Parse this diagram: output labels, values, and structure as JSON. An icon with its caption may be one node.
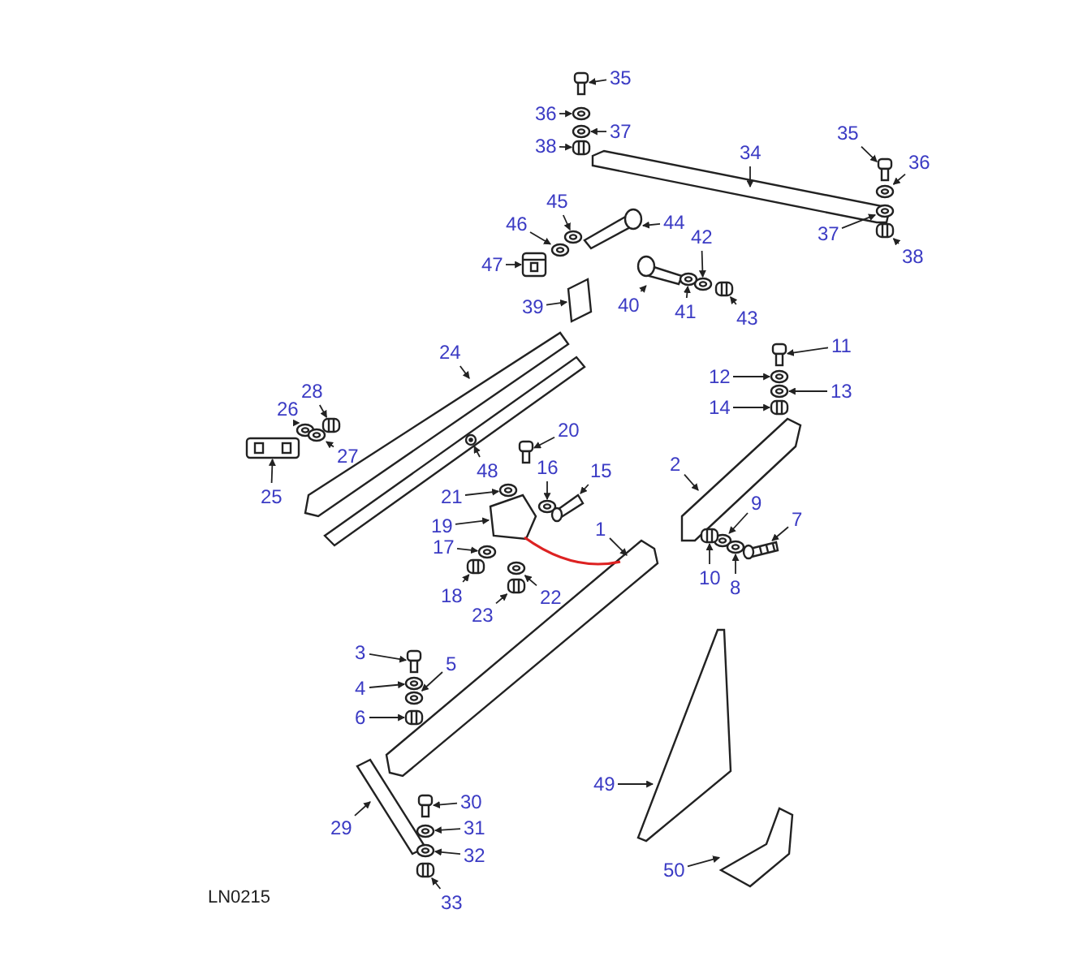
{
  "diagram": {
    "nodes": [
      {
        "text": [
          "35"
        ]
      },
      {
        "text": [
          "36"
        ]
      },
      {
        "text": [
          "37"
        ]
      },
      {
        "text": [
          "38"
        ]
      },
      {
        "text": [
          "34"
        ]
      },
      {
        "text": [
          "35"
        ]
      },
      {
        "text": [
          "36"
        ]
      },
      {
        "text": [
          "37"
        ]
      },
      {
        "text": [
          "38"
        ]
      },
      {
        "text": [
          "45"
        ]
      },
      {
        "text": [
          "46"
        ]
      },
      {
        "text": [
          "44"
        ]
      },
      {
        "text": [
          "42"
        ]
      },
      {
        "text": [
          "47"
        ]
      },
      {
        "text": [
          "40"
        ]
      },
      {
        "text": [
          "41"
        ]
      },
      {
        "text": [
          "43"
        ]
      },
      {
        "text": [
          "39"
        ]
      },
      {
        "text": [
          "24"
        ]
      },
      {
        "text": [
          "11"
        ]
      },
      {
        "text": [
          "28"
        ]
      },
      {
        "text": [
          "12"
        ]
      },
      {
        "text": [
          "26"
        ]
      },
      {
        "text": [
          "13"
        ]
      },
      {
        "text": [
          "14"
        ]
      },
      {
        "text": [
          "20"
        ]
      },
      {
        "text": [
          "48"
        ]
      },
      {
        "text": [
          "16"
        ]
      },
      {
        "text": [
          "15"
        ]
      },
      {
        "text": [
          "2"
        ]
      },
      {
        "text": [
          "21"
        ]
      },
      {
        "text": [
          "19"
        ]
      },
      {
        "text": [
          "1"
        ]
      },
      {
        "text": [
          "9"
        ]
      },
      {
        "text": [
          "7"
        ]
      },
      {
        "text": [
          "17"
        ]
      },
      {
        "text": [
          "10"
        ]
      },
      {
        "text": [
          "8"
        ]
      },
      {
        "text": [
          "18"
        ]
      },
      {
        "text": [
          "22"
        ]
      },
      {
        "text": [
          "23"
        ]
      },
      {
        "text": [
          "3"
        ]
      },
      {
        "text": [
          "4"
        ]
      },
      {
        "text": [
          "5"
        ]
      },
      {
        "text": [
          "6"
        ]
      },
      {
        "text": [
          "30"
        ]
      },
      {
        "text": [
          "29"
        ]
      },
      {
        "text": [
          "31"
        ]
      },
      {
        "text": [
          "32"
        ]
      },
      {
        "text": [
          "33"
        ]
      },
      {
        "text": [
          "49"
        ]
      },
      {
        "text": [
          "50"
        ]
      },
      {
        "text": [
          "27"
        ]
      },
      {
        "text": [
          "25"
        ]
      },
      {
        "text": [],
        "shape": "picture"
      },
      {
        "text": [],
        "shape": "picture"
      },
      {
        "text": [],
        "shape": "picture"
      },
      {
        "text": [],
        "shape": "picture"
      },
      {
        "text": [],
        "shape": "picture"
      },
      {
        "text": [],
        "shape": "picture"
      },
      {
        "text": [],
        "shape": "picture"
      },
      {
        "text": [],
        "shape": "picture"
      },
      {
        "text": [],
        "shape": "picture"
      },
      {
        "text": [],
        "shape": "picture"
      },
      {
        "text": [],
        "shape": "picture"
      },
      {
        "text": [],
        "shape": "picture"
      },
      {
        "text": [],
        "shape": "picture"
      },
      {
        "text": [],
        "shape": "picture"
      },
      {
        "text": [],
        "shape": "picture"
      },
      {
        "text": [],
        "shape": "picture"
      },
      {
        "text": [],
        "shape": "picture"
      },
      {
        "text": [],
        "shape": "picture"
      },
      {
        "text": [],
        "shape": "picture"
      },
      {
        "text": [],
        "shape": "picture"
      },
      {
        "text": [],
        "shape": "picture"
      },
      {
        "text": [],
        "shape": "picture"
      },
      {
        "text": [],
        "shape": "picture"
      },
      {
        "text": [],
        "shape": "picture"
      },
      {
        "text": [],
        "shape": "picture"
      },
      {
        "text": [],
        "shape": "picture"
      },
      {
        "text": [],
        "shape": "picture",
        "in": 72
      },
      {
        "text": [],
        "shape": "picture"
      },
      {
        "text": [],
        "shape": "picture"
      },
      {
        "text": [],
        "shape": "picture"
      },
      {
        "text": [],
        "shape": "picture"
      },
      {
        "text": [],
        "shape": "picture"
      },
      {
        "text": [],
        "shape": "picture"
      },
      {
        "text": [],
        "shape": "picture"
      },
      {
        "text": [],
        "shape": "picture"
      },
      {
        "text": [],
        "shape": "picture"
      },
      {
        "text": [],
        "shape": "picture"
      },
      {
        "text": [],
        "shape": "picture"
      },
      {
        "text": [],
        "shape": "picture"
      },
      {
        "text": [],
        "shape": "picture"
      },
      {
        "text": [],
        "shape": "picture"
      },
      {
        "text": [],
        "shape": "picture"
      },
      {
        "text": [],
        "shape": "picture"
      },
      {
        "text": [],
        "shape": "picture"
      },
      {
        "text": [],
        "shape": "picture"
      },
      {
        "text": [],
        "shape": "picture"
      },
      {
        "text": [],
        "shape": "picture"
      },
      {
        "text": [],
        "shape": "picture"
      },
      {
        "text": [],
        "shape": "picture"
      },
      {
        "text": [],
        "shape": "picture"
      },
      {
        "text": [],
        "shape": "picture"
      },
      {
        "text": [],
        "shape": "picture"
      },
      {
        "text": [],
        "shape": "picture"
      },
      {
        "text": [],
        "shape": "picture"
      }
    ],
    "edges": [
      {
        "from": 0,
        "to": 54,
        "arrow": "to"
      },
      {
        "from": 1,
        "to": 55,
        "arrow": "to"
      },
      {
        "from": 2,
        "to": 56,
        "arrow": "to"
      },
      {
        "from": 3,
        "to": 57,
        "arrow": "to"
      },
      {
        "from": 4,
        "to": 58,
        "arrow": "to"
      },
      {
        "from": 5,
        "to": 59,
        "arrow": "to"
      },
      {
        "from": 6,
        "to": 60,
        "arrow": "to"
      },
      {
        "from": 7,
        "to": 61,
        "arrow": "to"
      },
      {
        "from": 8,
        "to": 62,
        "arrow": "to"
      },
      {
        "from": 9,
        "to": 63,
        "arrow": "to"
      },
      {
        "from": 10,
        "to": 64,
        "arrow": "to"
      },
      {
        "from": 11,
        "to": 65,
        "arrow": "to"
      },
      {
        "from": 12,
        "to": 66,
        "arrow": "to"
      },
      {
        "from": 13,
        "to": 67,
        "arrow": "to"
      },
      {
        "from": 14,
        "to": 68,
        "arrow": "to"
      },
      {
        "from": 15,
        "to": 69,
        "arrow": "to"
      },
      {
        "from": 16,
        "to": 70,
        "arrow": "to"
      },
      {
        "from": 17,
        "to": 71,
        "arrow": "to"
      },
      {
        "from": 18,
        "to": 72,
        "arrow": "to"
      },
      {
        "from": 19,
        "to": 73,
        "arrow": "to"
      },
      {
        "from": 20,
        "to": 74,
        "arrow": "to"
      },
      {
        "from": 21,
        "to": 75,
        "arrow": "to"
      },
      {
        "from": 22,
        "to": 76,
        "arrow": "to"
      },
      {
        "from": 23,
        "to": 77,
        "arrow": "to"
      },
      {
        "from": 24,
        "to": 78,
        "arrow": "to"
      },
      {
        "from": 25,
        "to": 79,
        "arrow": "to"
      },
      {
        "from": 26,
        "to": 80,
        "arrow": "to"
      },
      {
        "from": 27,
        "to": 81,
        "arrow": "to"
      },
      {
        "from": 28,
        "to": 82,
        "arrow": "to"
      },
      {
        "from": 29,
        "to": 83,
        "arrow": "to"
      },
      {
        "from": 30,
        "to": 84,
        "arrow": "to"
      },
      {
        "from": 31,
        "to": 85,
        "arrow": "to"
      },
      {
        "from": 32,
        "to": 86,
        "arrow": "to"
      },
      {
        "from": 33,
        "to": 87,
        "arrow": "to"
      },
      {
        "from": 34,
        "to": 88,
        "arrow": "to"
      },
      {
        "from": 35,
        "to": 89,
        "arrow": "to"
      },
      {
        "from": 36,
        "to": 90,
        "arrow": "to"
      },
      {
        "from": 37,
        "to": 91,
        "arrow": "to"
      },
      {
        "from": 38,
        "to": 92,
        "arrow": "to"
      },
      {
        "from": 39,
        "to": 93,
        "arrow": "to"
      },
      {
        "from": 40,
        "to": 94,
        "arrow": "to"
      },
      {
        "from": 41,
        "to": 95,
        "arrow": "to"
      },
      {
        "from": 42,
        "to": 96,
        "arrow": "to"
      },
      {
        "from": 43,
        "to": 97,
        "arrow": "to"
      },
      {
        "from": 44,
        "to": 98,
        "arrow": "to"
      },
      {
        "from": 45,
        "to": 99,
        "arrow": "to"
      },
      {
        "from": 46,
        "to": 100,
        "arrow": "to"
      },
      {
        "from": 47,
        "to": 101,
        "arrow": "to"
      },
      {
        "from": 48,
        "to": 102,
        "arrow": "to"
      },
      {
        "from": 49,
        "to": 103,
        "arrow": "to"
      },
      {
        "from": 50,
        "to": 104,
        "arrow": "to"
      },
      {
        "from": 51,
        "to": 105,
        "arrow": "to"
      },
      {
        "from": 52,
        "to": 106,
        "arrow": "to"
      },
      {
        "from": 53,
        "to": 107,
        "arrow": "to"
      },
      {
        "from": 85,
        "to": 86,
        "arrow": "none",
        "color": "#dd2222"
      }
    ],
    "labels": [
      "LN0215"
    ]
  }
}
